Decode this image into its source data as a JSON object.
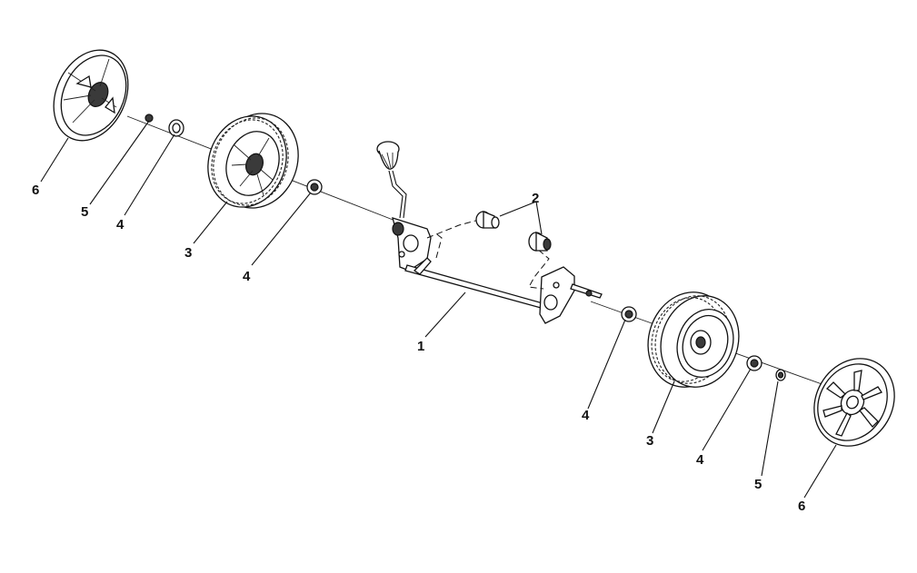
{
  "diagram": {
    "type": "exploded-parts-view",
    "callouts": [
      {
        "id": "c1",
        "label": "1"
      },
      {
        "id": "c2",
        "label": "2"
      },
      {
        "id": "c3a",
        "label": "3"
      },
      {
        "id": "c3b",
        "label": "3"
      },
      {
        "id": "c4a",
        "label": "4"
      },
      {
        "id": "c4b",
        "label": "4"
      },
      {
        "id": "c4c",
        "label": "4"
      },
      {
        "id": "c4d",
        "label": "4"
      },
      {
        "id": "c5a",
        "label": "5"
      },
      {
        "id": "c5b",
        "label": "5"
      },
      {
        "id": "c6a",
        "label": "6"
      },
      {
        "id": "c6b",
        "label": "6"
      }
    ],
    "colors": {
      "line": "#111111",
      "background": "#ffffff"
    }
  }
}
